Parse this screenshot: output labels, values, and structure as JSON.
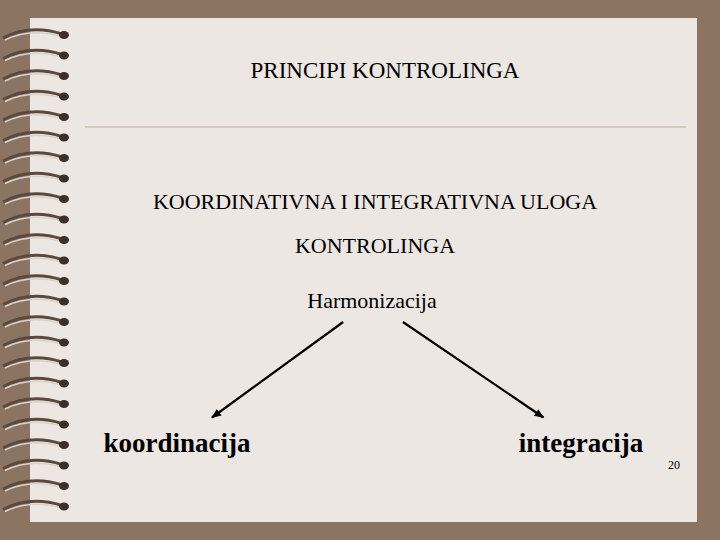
{
  "diagram": {
    "title": "PRINCIPI KONTROLINGA",
    "nodes": [
      {
        "text": [
          "Harmonizacija"
        ]
      },
      {
        "text": [
          "koordinacija"
        ]
      },
      {
        "text": [
          "integracija"
        ]
      }
    ],
    "edges": [
      {
        "from": 0,
        "to": 1,
        "arrow": "to"
      },
      {
        "from": 0,
        "to": 2,
        "arrow": "to"
      }
    ],
    "labels": [
      "KOORDINATIVNA I INTEGRATIVNA ULOGA KONTROLINGA",
      "20"
    ]
  }
}
